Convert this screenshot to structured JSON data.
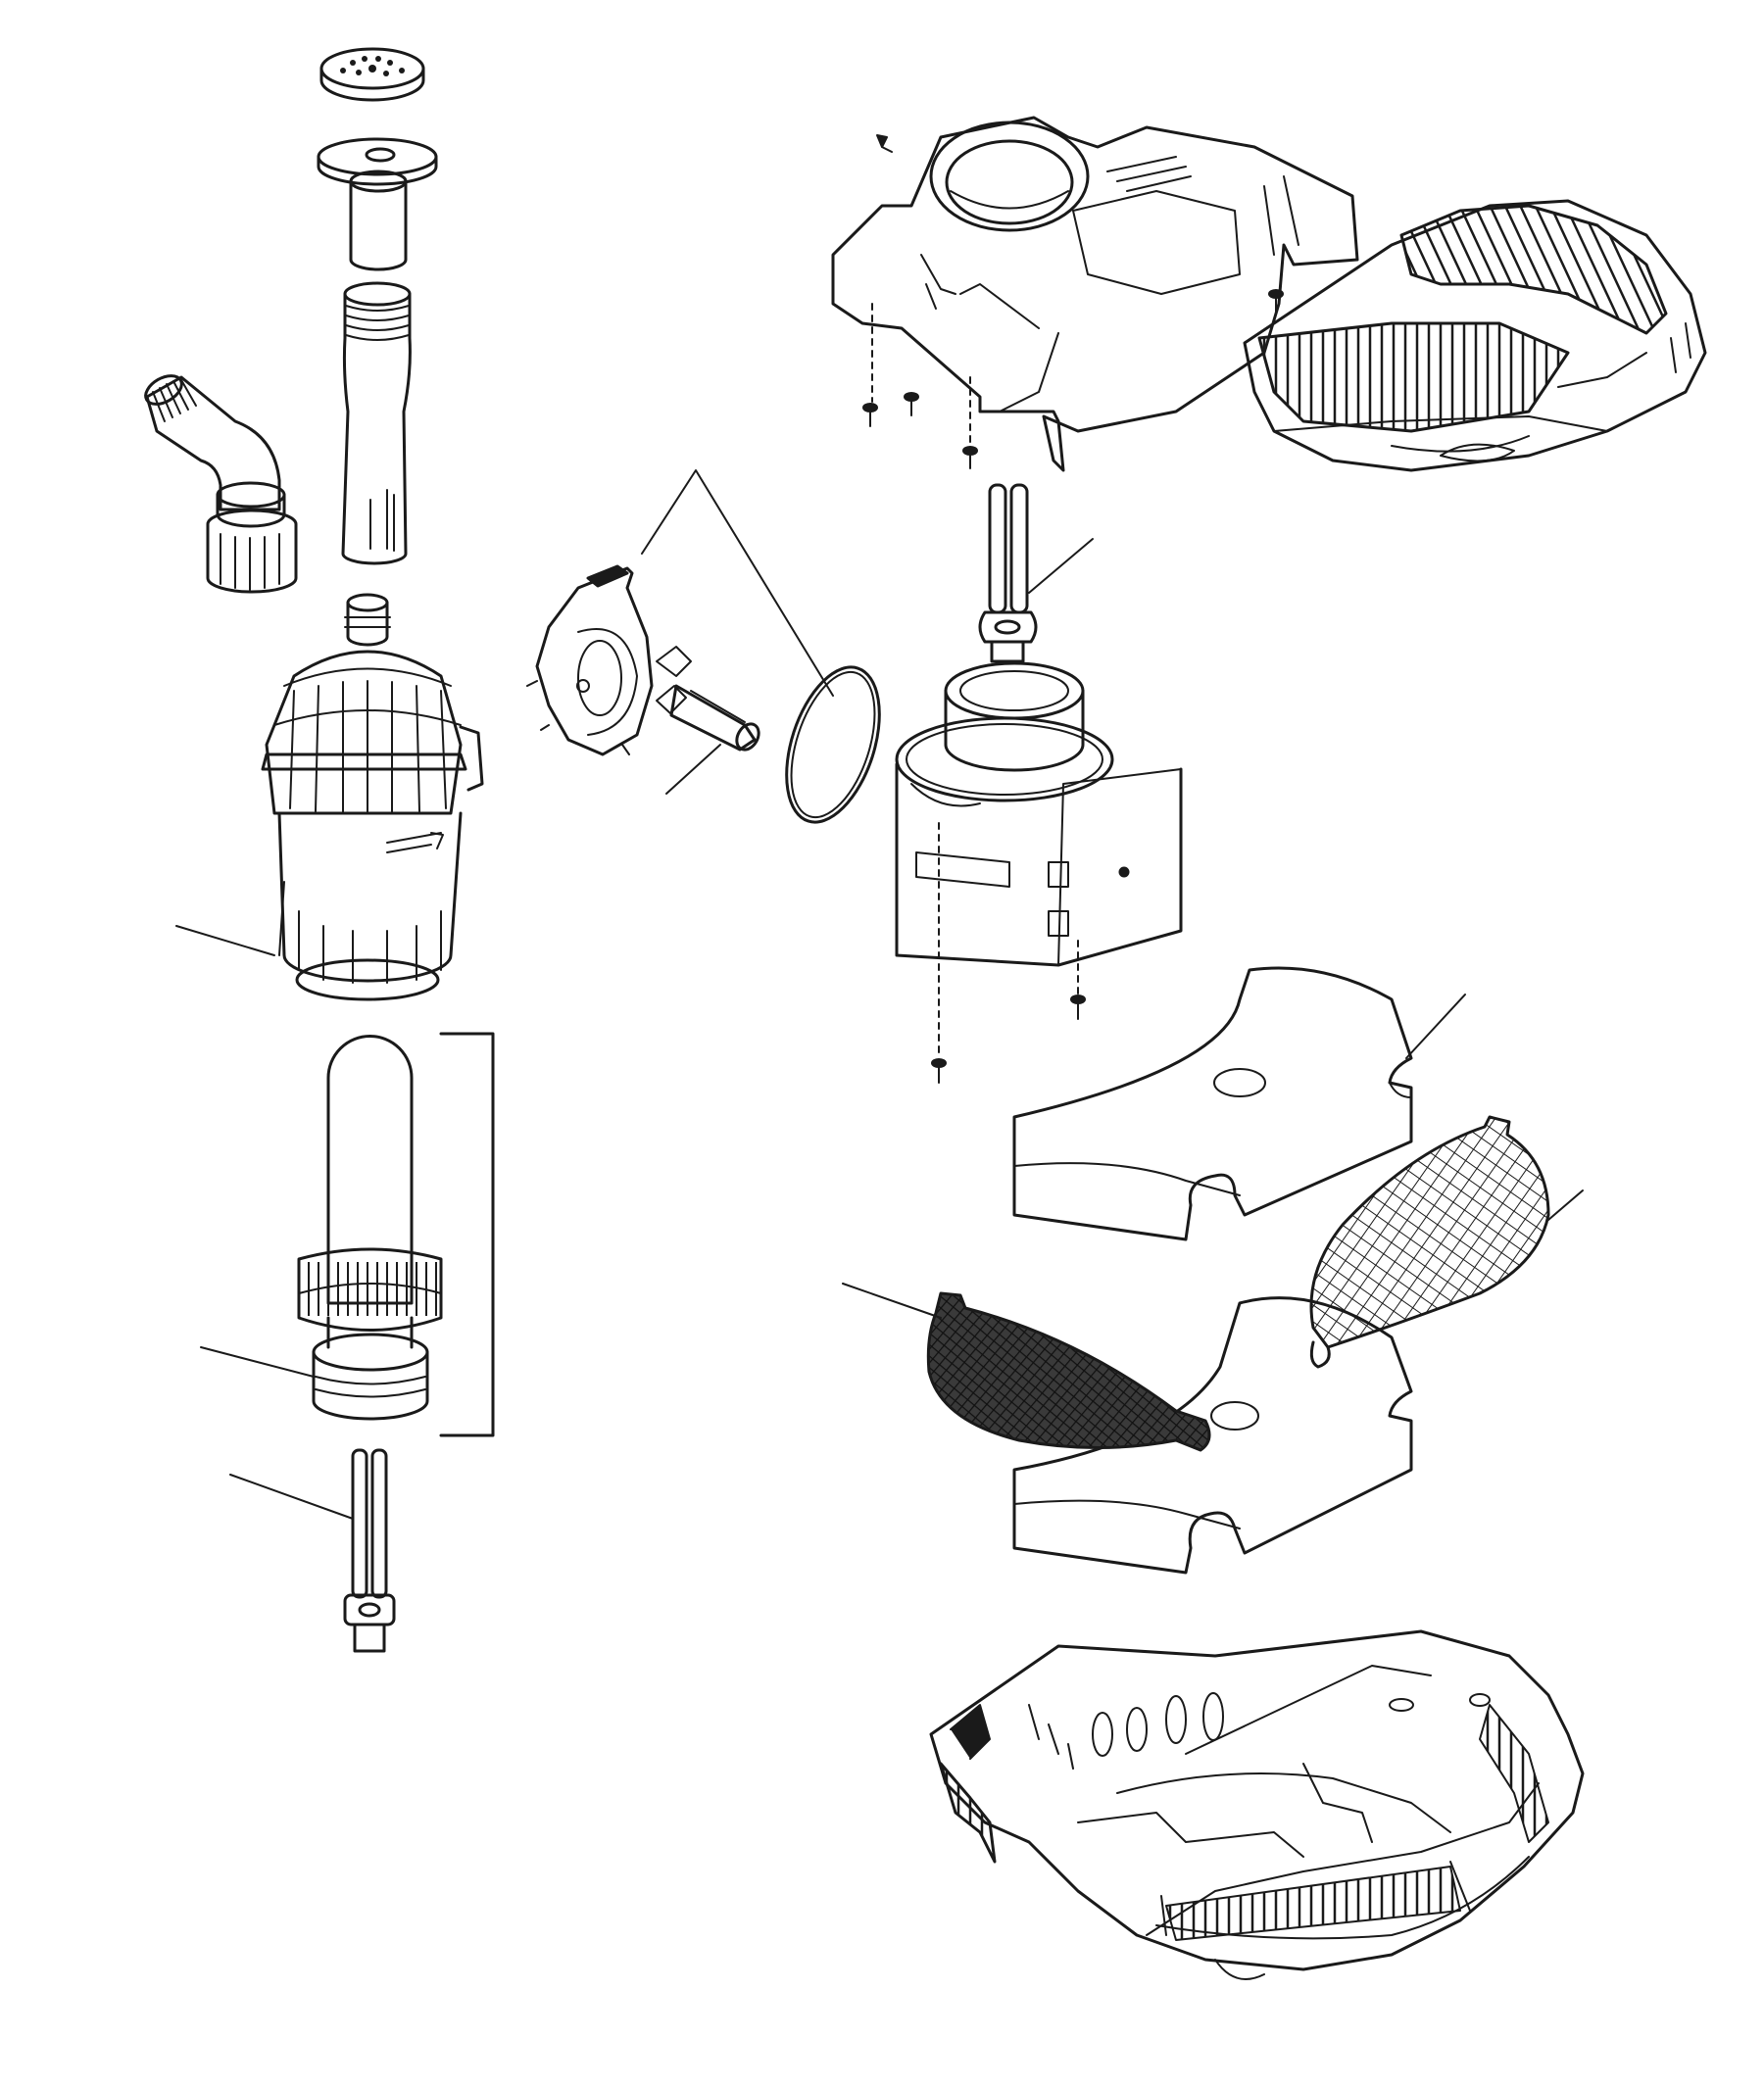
{
  "diagram": {
    "kind": "exploded-parts-view",
    "line_color": "#1a1a1a",
    "fill_color": "#ffffff",
    "parts": [
      {
        "id": "sprayer-cap",
        "icon": "nozzle-cap-icon"
      },
      {
        "id": "nozzle-disc",
        "icon": "disc-icon"
      },
      {
        "id": "short-tube",
        "icon": "tube-icon"
      },
      {
        "id": "threaded-riser",
        "icon": "riser-tube-icon"
      },
      {
        "id": "elbow-hose-fitting",
        "icon": "elbow-fitting-icon"
      },
      {
        "id": "filter-canister",
        "icon": "canister-icon"
      },
      {
        "id": "uv-sleeve-assembly",
        "icon": "uv-sleeve-icon"
      },
      {
        "id": "uv-lamp-small",
        "icon": "uv-lamp-icon"
      },
      {
        "id": "top-cover",
        "icon": "cover-icon"
      },
      {
        "id": "grille-lid",
        "icon": "grille-lid-icon"
      },
      {
        "id": "impeller-housing",
        "icon": "impeller-housing-icon"
      },
      {
        "id": "impeller",
        "icon": "impeller-icon"
      },
      {
        "id": "o-ring",
        "icon": "o-ring-icon"
      },
      {
        "id": "uv-lamp",
        "icon": "uv-lamp-icon"
      },
      {
        "id": "pump-motor",
        "icon": "pump-motor-icon"
      },
      {
        "id": "foam-pad-upper",
        "icon": "foam-pad-icon"
      },
      {
        "id": "media-bag-right",
        "icon": "mesh-bag-icon"
      },
      {
        "id": "media-bag-left",
        "icon": "mesh-bag-icon"
      },
      {
        "id": "foam-pad-lower",
        "icon": "foam-pad-icon"
      },
      {
        "id": "base-housing",
        "icon": "base-housing-icon"
      }
    ],
    "screws": 8,
    "leader_lines": 11
  }
}
